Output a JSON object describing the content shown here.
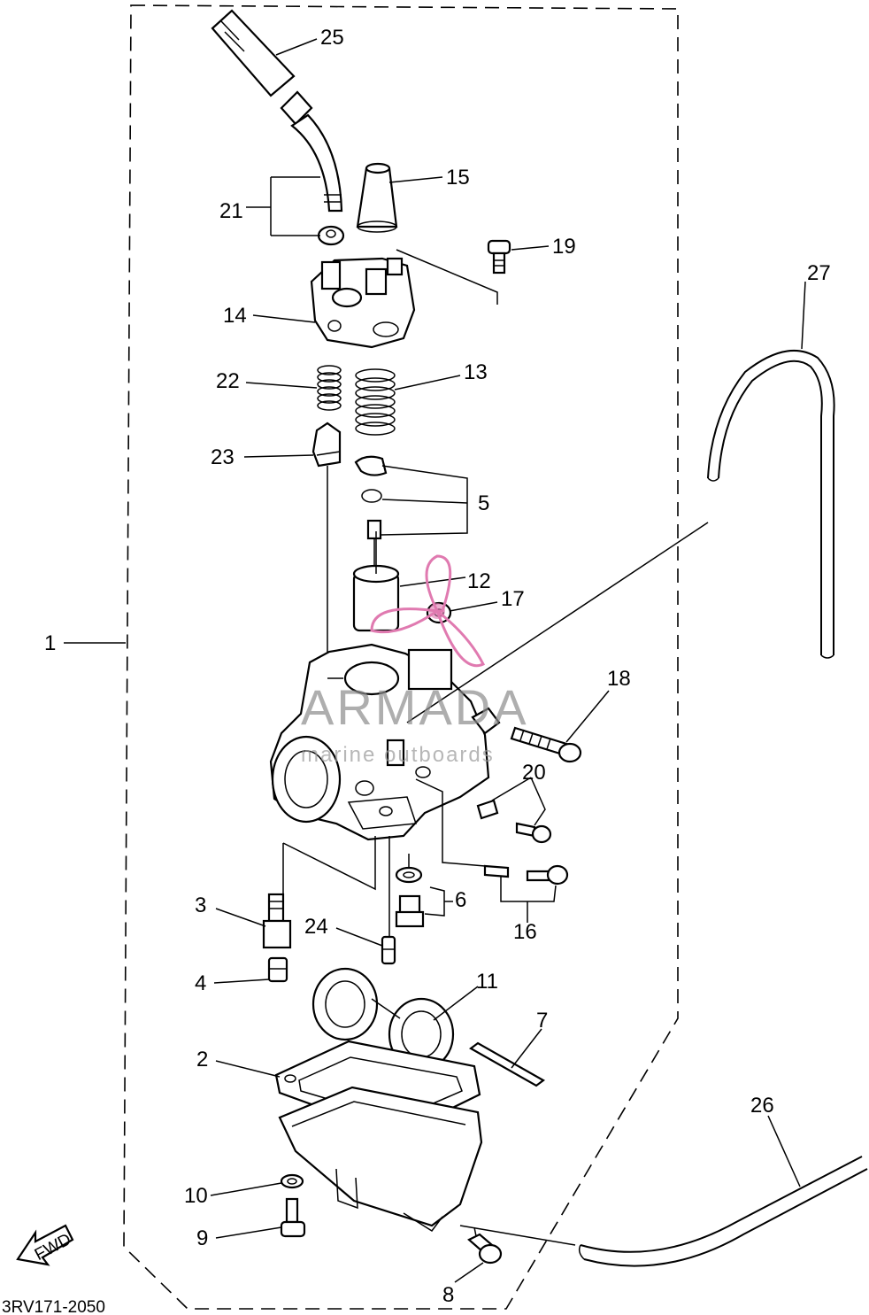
{
  "diagram": {
    "labels": [
      "25",
      "15",
      "21",
      "19",
      "14",
      "27",
      "22",
      "13",
      "23",
      "5",
      "12",
      "17",
      "1",
      "18",
      "20",
      "6",
      "3",
      "16",
      "24",
      "4",
      "11",
      "7",
      "2",
      "26",
      "10",
      "9",
      "8"
    ],
    "fwd_arrow_text": "FWD",
    "catalog_code": "3RV171-2050"
  },
  "watermark": {
    "brand": "ARMADA",
    "tagline": "marine outboards",
    "logo_color": "#e07ab0"
  }
}
